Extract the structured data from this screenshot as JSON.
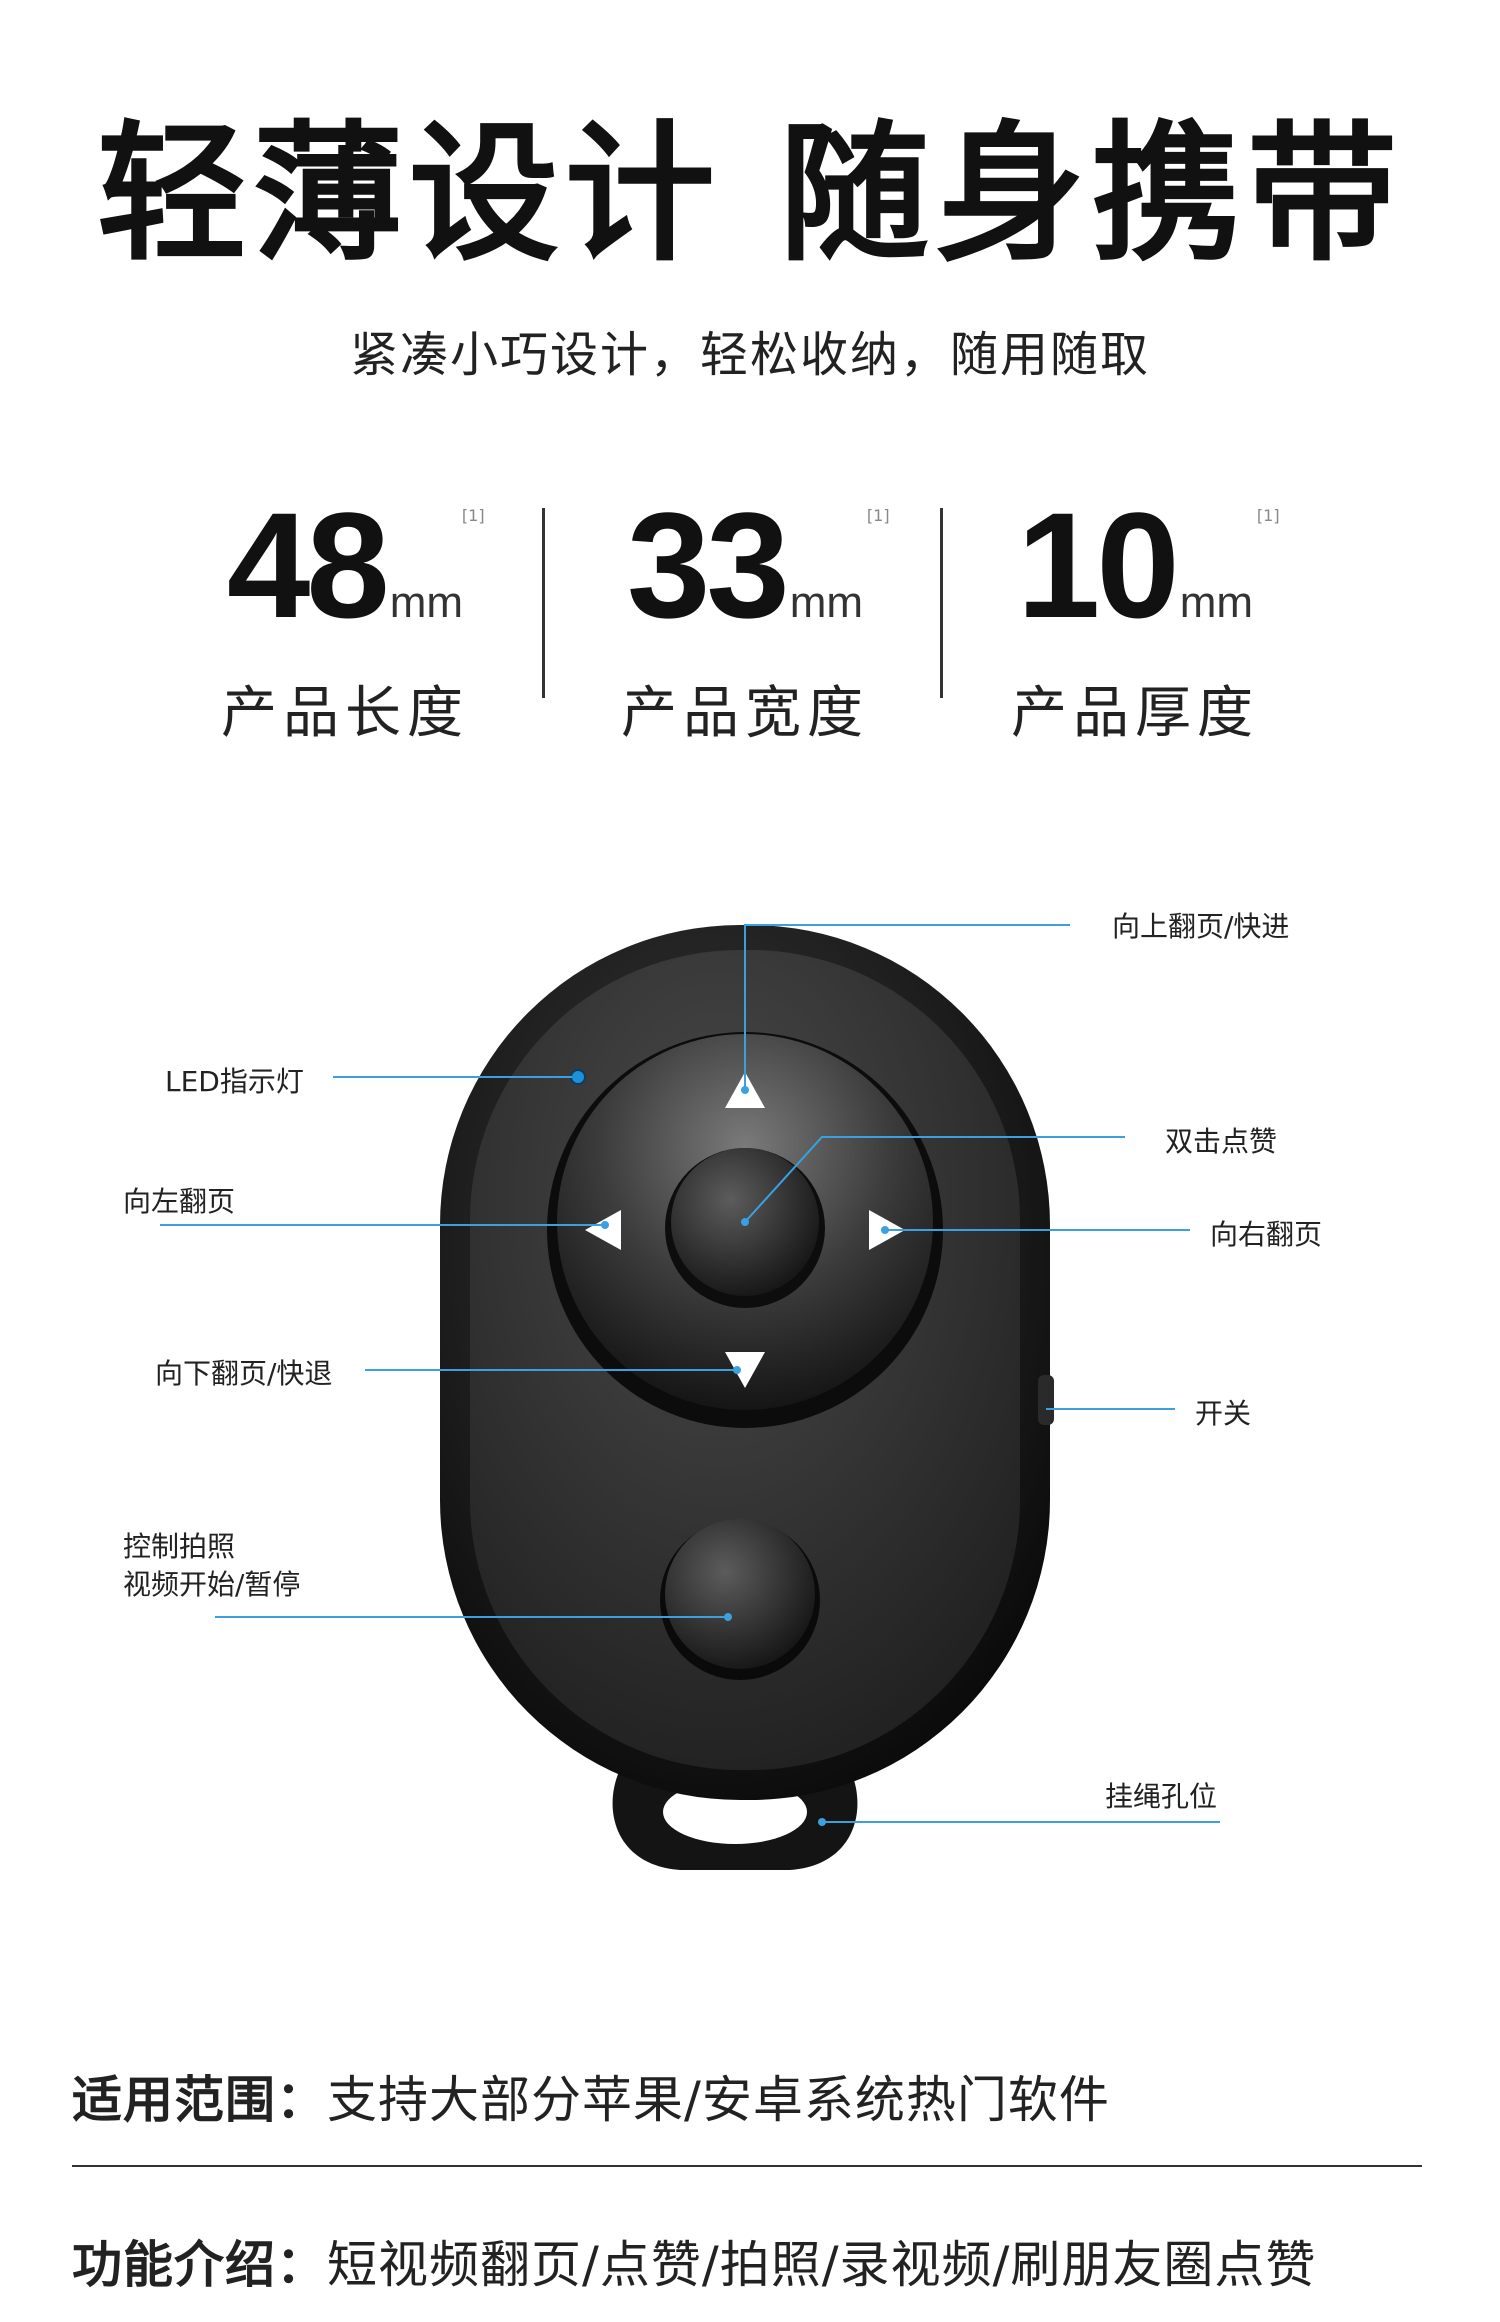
{
  "title": "轻薄设计 随身携带",
  "subtitle": "紧凑小巧设计，轻松收纳，随用随取",
  "specs": [
    {
      "value": "48",
      "unit": "mm",
      "note": "[1]",
      "label": "产品长度"
    },
    {
      "value": "33",
      "unit": "mm",
      "note": "[1]",
      "label": "产品宽度"
    },
    {
      "value": "10",
      "unit": "mm",
      "note": "[1]",
      "label": "产品厚度"
    }
  ],
  "callouts": {
    "up": "向上翻页/快进",
    "led": "LED指示灯",
    "like": "双击点赞",
    "left": "向左翻页",
    "right": "向右翻页",
    "down": "向下翻页/快退",
    "power": "开关",
    "shutter_line1": "控制拍照",
    "shutter_line2": "视频开始/暂停",
    "lanyard": "挂绳孔位"
  },
  "colors": {
    "callout_line": "#3aa0e0",
    "led": "#1e90d8"
  },
  "footer": {
    "scope_key": "适用范围：",
    "scope_value": "支持大部分苹果/安卓系统热门软件",
    "func_key": "功能介绍：",
    "func_value": "短视频翻页/点赞/拍照/录视频/刷朋友圈点赞"
  }
}
